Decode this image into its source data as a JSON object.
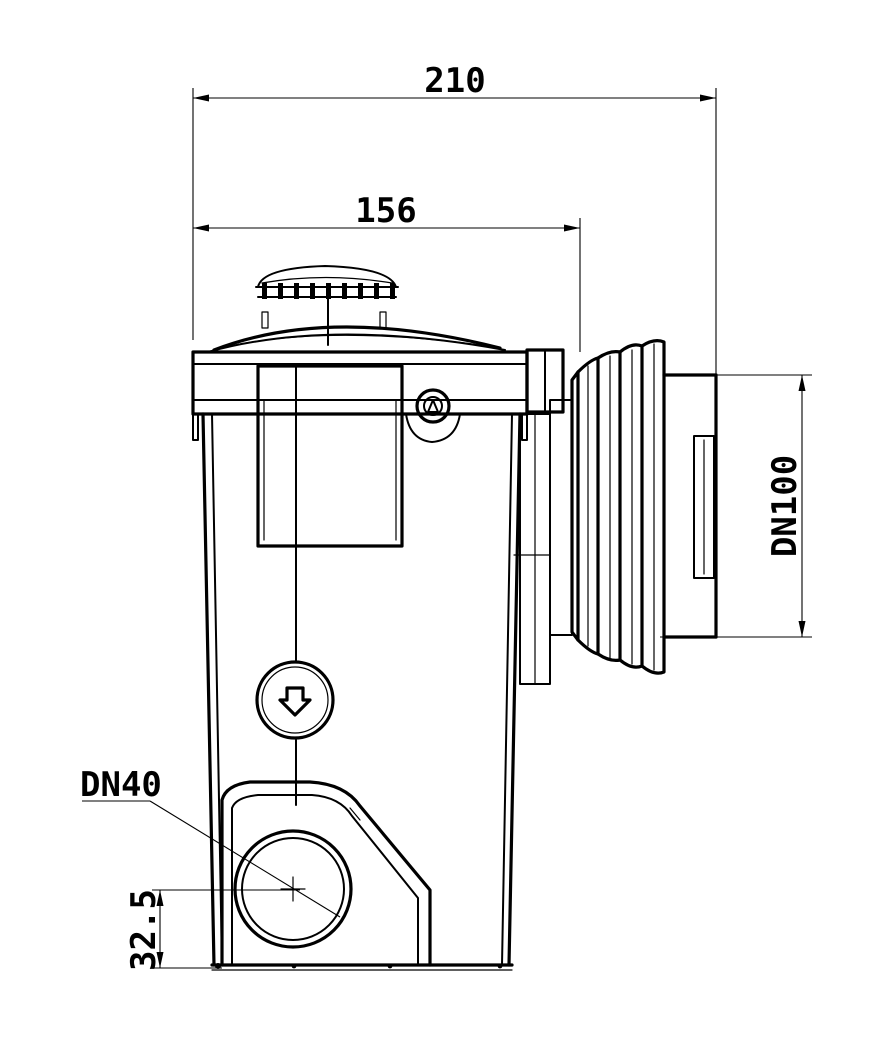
{
  "dimensions": {
    "overall_width": "210",
    "body_width": "156",
    "outlet_diameter": "DN100",
    "inlet_diameter": "DN40",
    "inlet_height": "32.5"
  }
}
